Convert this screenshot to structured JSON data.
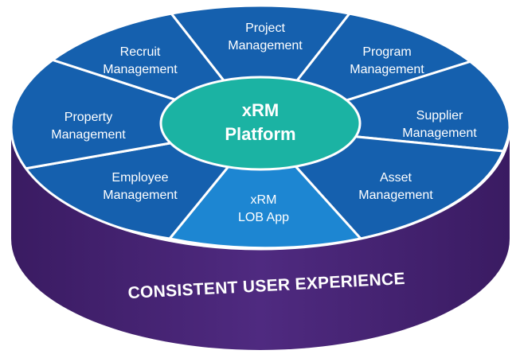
{
  "hub": {
    "line1": "xRM",
    "line2": "Platform"
  },
  "segments": [
    {
      "line1": "Project",
      "line2": "Management"
    },
    {
      "line1": "Program",
      "line2": "Management"
    },
    {
      "line1": "Supplier",
      "line2": "Management"
    },
    {
      "line1": "Asset",
      "line2": "Management"
    },
    {
      "line1": "xRM",
      "line2": "LOB App"
    },
    {
      "line1": "Employee",
      "line2": "Management"
    },
    {
      "line1": "Property",
      "line2": "Management"
    },
    {
      "line1": "Recruit",
      "line2": "Management"
    }
  ],
  "base_label": "CONSISTENT USER EXPERIENCE",
  "colors": {
    "segment": "#1560ae",
    "segment_highlight": "#1d86d2",
    "hub": "#1bb3a3",
    "base": "#4a2578",
    "base_dark": "#3a1b62",
    "divider": "#ffffff"
  }
}
